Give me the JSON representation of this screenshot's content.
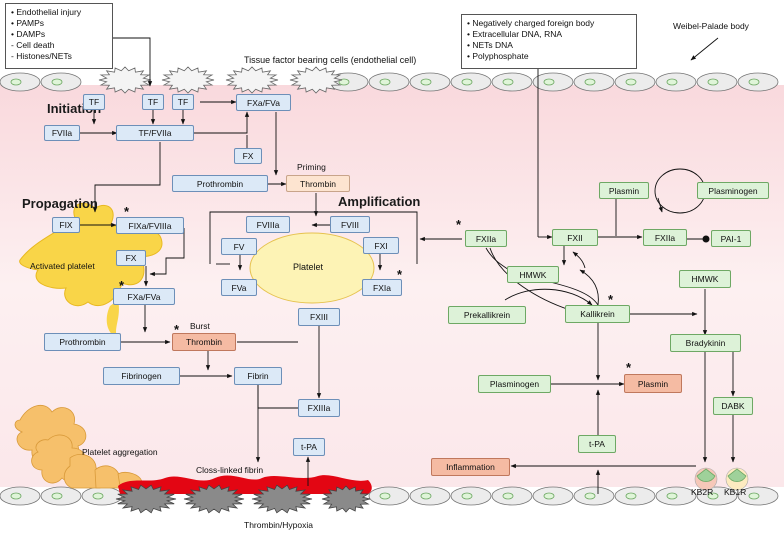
{
  "triggers": [
    "• Endothelial injury",
    "• PAMPs",
    "• DAMPs",
    "  - Cell death",
    "  - Histones/NETs"
  ],
  "contact_triggers": [
    "• Negatively charged foreign body",
    "• Extracellular DNA, RNA",
    "• NETs DNA",
    "• Polyphosphate"
  ],
  "phases": {
    "initiation": "Initiation",
    "propagation": "Propagation",
    "amplification": "Amplification"
  },
  "labels": {
    "weibel_palade": "Weibel-Palade body",
    "tf_cells": "Tissue factor bearing cells (endothelial cell)",
    "priming": "Priming",
    "burst": "Burst",
    "activated_platelet": "Activated platelet",
    "platelet": "Platelet",
    "platelet_aggregation": "Platelet aggregation",
    "cross_linked_fibrin": "Closs-linked fibrin",
    "thrombin_hypoxia": "Thrombin/Hypoxia",
    "kb2r": "KB2R",
    "kb1r": "KB1R"
  },
  "nodes": {
    "tf": "TF",
    "fviia": "FVIIa",
    "tf_fviia": "TF/FVIIa",
    "fxa_fva": "FXa/FVa",
    "fx": "FX",
    "prothrombin": "Prothrombin",
    "thrombin": "Thrombin",
    "fix": "FIX",
    "fixa_fviiia": "FIXa/FVIIIa",
    "fibrinogen": "Fibrinogen",
    "fibrin": "Fibrin",
    "fxiii": "FXIII",
    "fxiiia": "FXIIIa",
    "t_pa": "t-PA",
    "fviiia": "FVIIIa",
    "fviii": "FVIII",
    "fv": "FV",
    "fva": "FVa",
    "fxi": "FXI",
    "fxia": "FXIa",
    "plasmin": "Plasmin",
    "plasminogen": "Plasminogen",
    "fxiia": "FXIIa",
    "fxii": "FXII",
    "pai_1": "PAI-1",
    "hmwk": "HMWK",
    "prekallikrein": "Prekallikrein",
    "kallikrein": "Kallikrein",
    "bradykinin": "Bradykinin",
    "dabk": "DABK",
    "inflammation": "Inflammation"
  },
  "marks": {
    "asterisk": "*"
  },
  "colors": {
    "coagulation_node": "#dce9f7",
    "contact_node": "#ddf2d8",
    "highlight_node": "#f5bba3",
    "priming_node": "#fde4d0",
    "vessel_lumen": "#f9d9dd",
    "platelet": "#f9d548",
    "fibrin_clot": "#e30613"
  }
}
